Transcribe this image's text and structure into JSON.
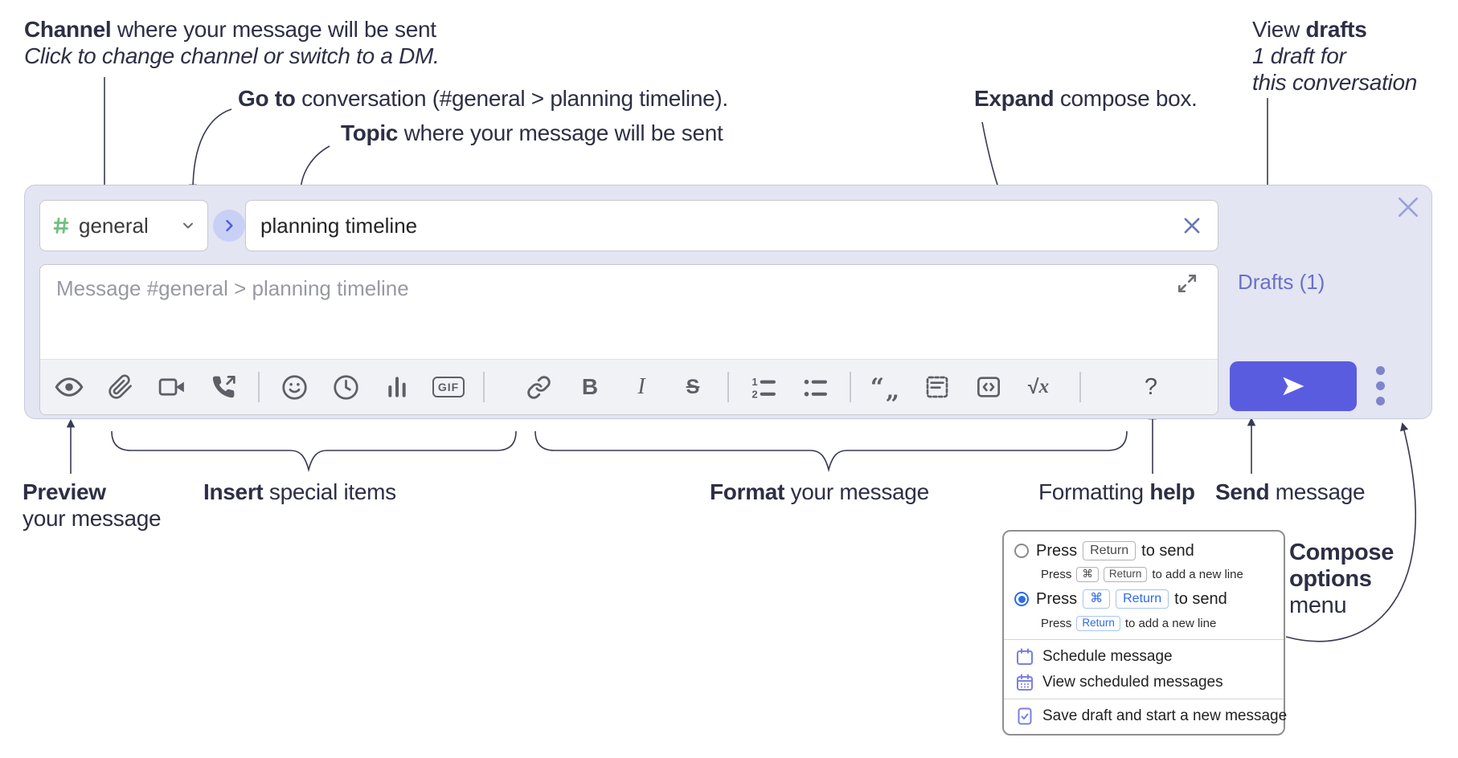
{
  "colors": {
    "compose_bg": "#e3e5f2",
    "send_button": "#5a5ce0",
    "drafts_link": "#6b70c9",
    "channel_hash_green": "#6fc17e",
    "goto_circle_bg": "#c9d0f6",
    "kbd_blue": "#2e6be6",
    "menu_icon_purple": "#7b80e0",
    "annotation_text": "#2d2f45",
    "toolbar_icon": "#5c5f66"
  },
  "annotations": {
    "channel": {
      "bold": "Channel",
      "rest": " where your message will be sent",
      "line2": "Click to change channel or switch to a DM."
    },
    "goto": {
      "bold": "Go to",
      "rest": " conversation (#general > planning timeline)."
    },
    "topic": {
      "bold": "Topic",
      "rest": " where your message will be sent"
    },
    "expand": {
      "bold": "Expand",
      "rest": " compose box."
    },
    "drafts": {
      "line1_pre": "View ",
      "line1_bold": "drafts",
      "line2": "1 draft for",
      "line3": "this conversation"
    },
    "preview": {
      "bold": "Preview",
      "line2": "your message"
    },
    "insert": {
      "bold": "Insert",
      "rest": " special items"
    },
    "format": {
      "bold": "Format",
      "rest": " your message"
    },
    "formatting_help": {
      "pre": "Formatting ",
      "bold": "help"
    },
    "send": {
      "bold": "Send",
      "rest": " message"
    },
    "compose_options": {
      "line1": "Compose",
      "line2": "options",
      "line3": "menu"
    }
  },
  "compose": {
    "channel_name": "general",
    "topic_value": "planning timeline",
    "message_placeholder": "Message #general > planning timeline",
    "drafts_label": "Drafts (1)",
    "toolbar": {
      "bold_label": "B",
      "italic_label": "I",
      "strike_label": "S",
      "gif_label": "GIF",
      "quote_open": "“",
      "quote_close": "„",
      "math_sqrt": "√",
      "math_x": "x",
      "help_label": "?",
      "ol_1": "1",
      "ol_2": "2"
    }
  },
  "popup": {
    "option1": {
      "press": "Press",
      "key": "Return",
      "suffix": "to send",
      "sub": {
        "press": "Press",
        "key1": "⌘",
        "key2": "Return",
        "suffix": "to add a new line"
      }
    },
    "option2": {
      "press": "Press",
      "key1": "⌘",
      "key2": "Return",
      "suffix": "to send",
      "sub": {
        "press": "Press",
        "key": "Return",
        "suffix": "to add a new line"
      }
    },
    "items": [
      "Schedule message",
      "View scheduled messages",
      "Save draft and start a new message"
    ]
  }
}
